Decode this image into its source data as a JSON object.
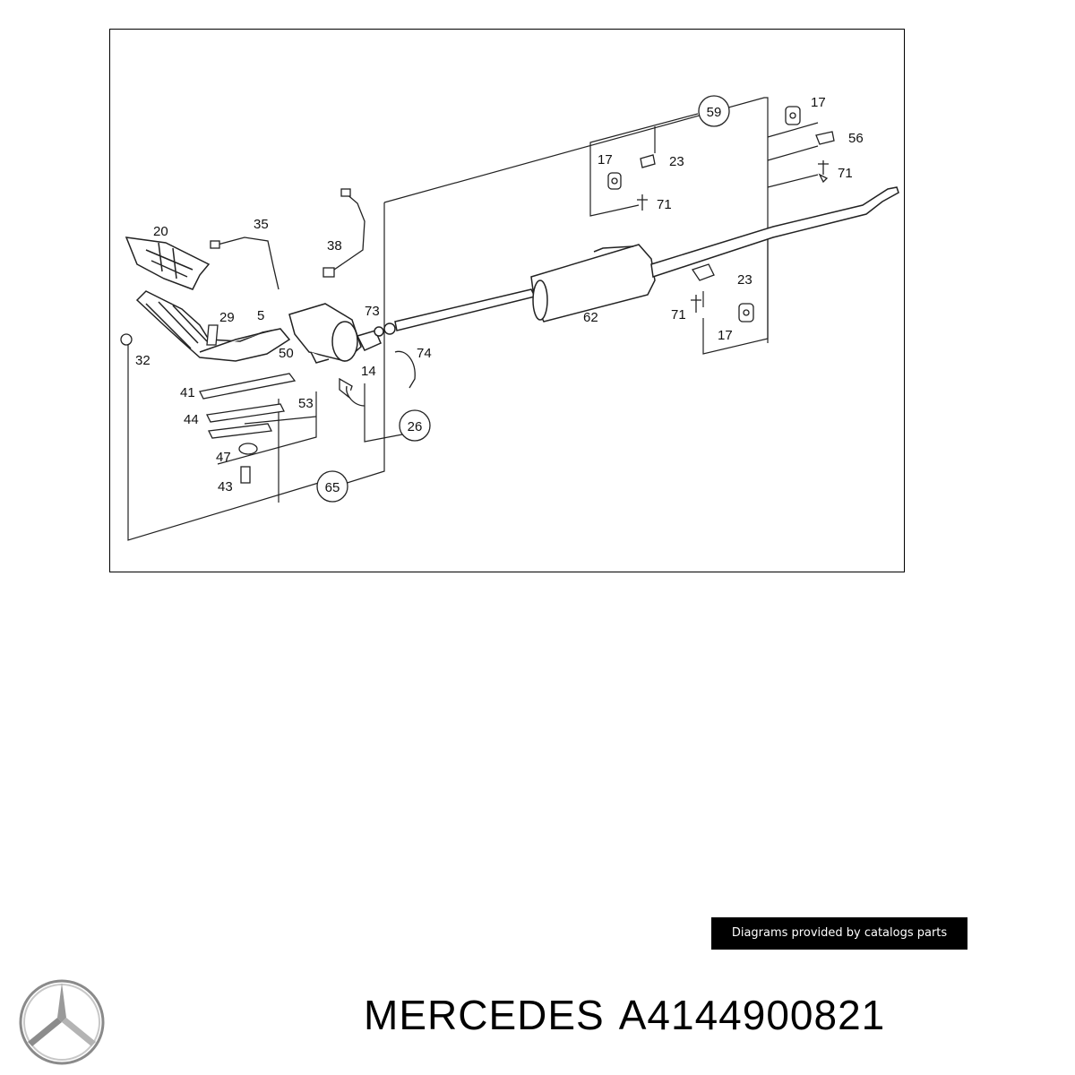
{
  "diagram": {
    "labels": {
      "p59": "59",
      "p17a": "17",
      "p56": "56",
      "p71a": "71",
      "p17b": "17",
      "p23a": "23",
      "p71b": "71",
      "p20": "20",
      "p35": "35",
      "p38": "38",
      "p29": "29",
      "p5": "5",
      "p73": "73",
      "p62": "62",
      "p23b": "23",
      "p71c": "71",
      "p17c": "17",
      "p50": "50",
      "p32": "32",
      "p74": "74",
      "p14": "14",
      "p41": "41",
      "p53": "53",
      "p44": "44",
      "p26": "26",
      "p47": "47",
      "p43": "43",
      "p65": "65"
    }
  },
  "credit": "Diagrams provided by catalogs parts",
  "footer": {
    "brand": "MERCEDES",
    "part_number": "A4144900821"
  },
  "logo_icon": "mercedes-star-icon"
}
